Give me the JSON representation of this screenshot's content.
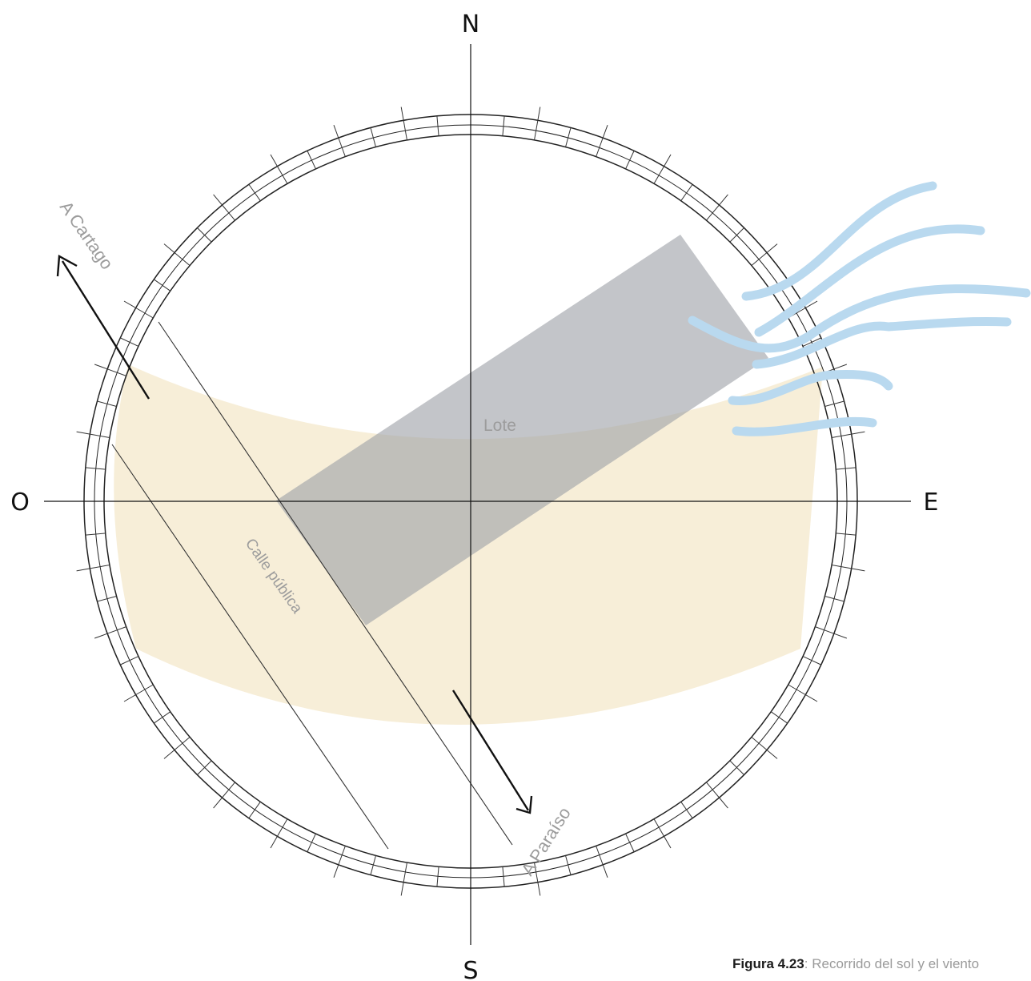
{
  "cardinals": {
    "north": "N",
    "south": "S",
    "east": "E",
    "west": "O"
  },
  "labels": {
    "lot": "Lote",
    "street": "Calle pública",
    "to_cartago": "A Cartago",
    "to_paraiso": "A Paraíso"
  },
  "caption": {
    "figure_number": "Figura 4.23",
    "text": ": Recorrido del sol y el viento"
  },
  "colors": {
    "sun_path": "#f6ecd4",
    "lot": "#9ea2a8",
    "wind": "#b9d9ef",
    "lines": "#111111"
  }
}
